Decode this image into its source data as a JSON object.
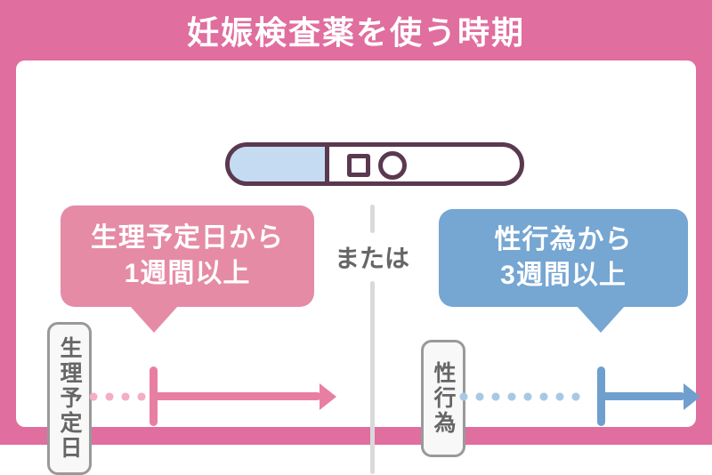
{
  "title": "妊娠検査薬を使う時期",
  "divider": {
    "or_label": "または"
  },
  "test_stick": {
    "icon": "pregnancy-test-stick-icon"
  },
  "left_option": {
    "bubble_line1": "生理予定日から",
    "bubble_line2": "1週間以上",
    "timeline_label": "生理予定日",
    "dotted_segment_dots": 4
  },
  "right_option": {
    "bubble_line1": "性行為から",
    "bubble_line2": "3週間以上",
    "timeline_label": "性行為",
    "dotted_segment_dots": 8
  },
  "colors": {
    "bg_pink": "#e06e9e",
    "bubble_pink": "#e58ba6",
    "arrow_pink": "#e87fa2",
    "dot_pink": "#f1aec5",
    "bubble_blue": "#76a6d2",
    "arrow_blue": "#6f9fce",
    "dot_blue": "#a9c8e6",
    "stick_outline": "#5a3950",
    "stick_tip_blue": "#c5dbf2",
    "gray_text": "#666666",
    "gray_line": "#d9d9d9",
    "label_border": "#999999",
    "label_bg": "#f8f8f8"
  }
}
